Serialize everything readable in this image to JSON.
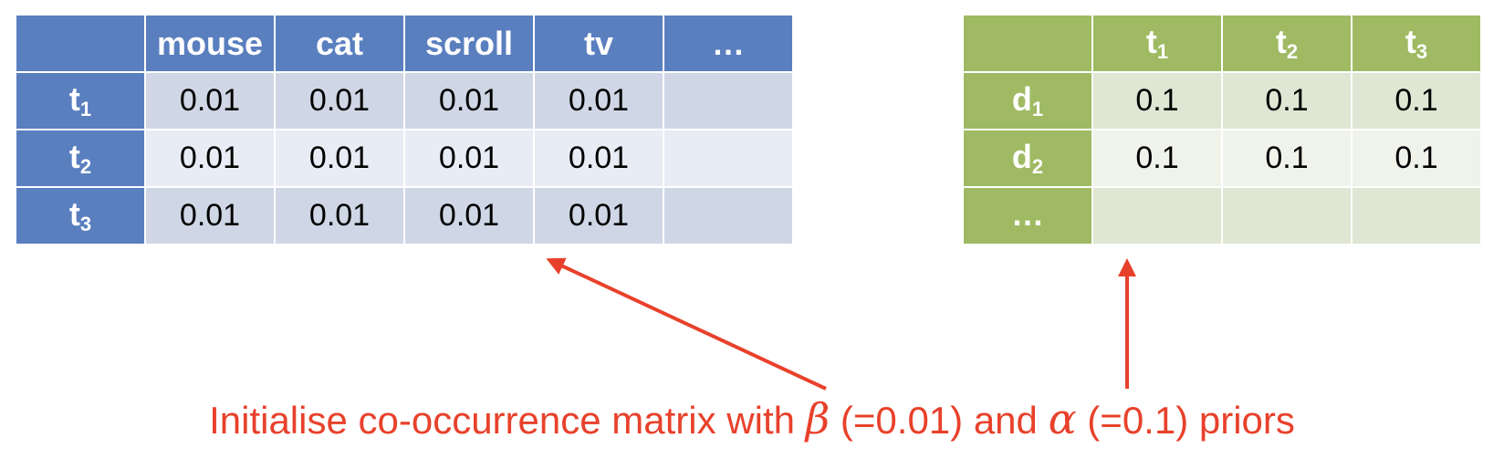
{
  "beta_table": {
    "columns": [
      "",
      "mouse",
      "cat",
      "scroll",
      "tv",
      "…"
    ],
    "rows": [
      {
        "label": "t",
        "sub": "1",
        "values": [
          "0.01",
          "0.01",
          "0.01",
          "0.01",
          ""
        ]
      },
      {
        "label": "t",
        "sub": "2",
        "values": [
          "0.01",
          "0.01",
          "0.01",
          "0.01",
          ""
        ]
      },
      {
        "label": "t",
        "sub": "3",
        "values": [
          "0.01",
          "0.01",
          "0.01",
          "0.01",
          ""
        ]
      }
    ]
  },
  "alpha_table": {
    "columns": [
      {
        "label": "",
        "sub": ""
      },
      {
        "label": "t",
        "sub": "1"
      },
      {
        "label": "t",
        "sub": "2"
      },
      {
        "label": "t",
        "sub": "3"
      }
    ],
    "rows": [
      {
        "label": "d",
        "sub": "1",
        "values": [
          "0.1",
          "0.1",
          "0.1"
        ]
      },
      {
        "label": "d",
        "sub": "2",
        "values": [
          "0.1",
          "0.1",
          "0.1"
        ]
      },
      {
        "label": "…",
        "sub": "",
        "values": [
          "",
          "",
          ""
        ]
      }
    ]
  },
  "caption": {
    "part1": "Initialise co-occurrence matrix with ",
    "beta": "β",
    "part2": " (=0.01) and ",
    "alpha": "α",
    "part3": " (=0.1) priors"
  },
  "colors": {
    "blue_header": "#5a7fbf",
    "green_header": "#9fba63",
    "annotation": "#e8412b"
  }
}
